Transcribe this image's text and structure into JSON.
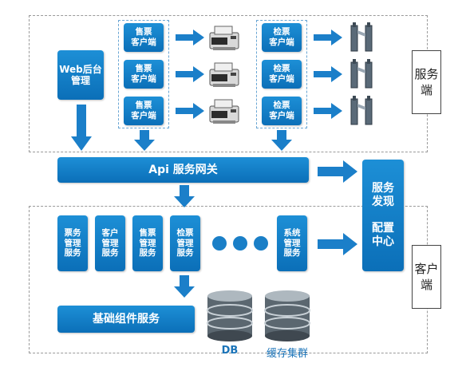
{
  "server_side": {
    "label": "服务\n端",
    "web_admin": "Web后台\n管理",
    "sell_clients": [
      "售票\n客户端",
      "售票\n客户端",
      "售票\n客户端"
    ],
    "check_clients": [
      "检票\n客户端",
      "检票\n客户端",
      "检票\n客户端"
    ]
  },
  "gateway": {
    "label": "Api 服务网关"
  },
  "discovery": {
    "label": "服务\n发现\n\n配置\n中心"
  },
  "client_side": {
    "label": "客户\n端",
    "services": [
      "票务\n管理\n服务",
      "客户\n管理\n服务",
      "售票\n管理\n服务",
      "检票\n管理\n服务"
    ],
    "system_service": "系统\n管理\n服务",
    "base_service": "基础组件服务"
  },
  "storage": {
    "db_label": "DB",
    "cache_label": "缓存集群"
  },
  "colors": {
    "box": "#1a85cc",
    "arrow": "#1b7fc9",
    "dash": "#9a9a9a"
  }
}
